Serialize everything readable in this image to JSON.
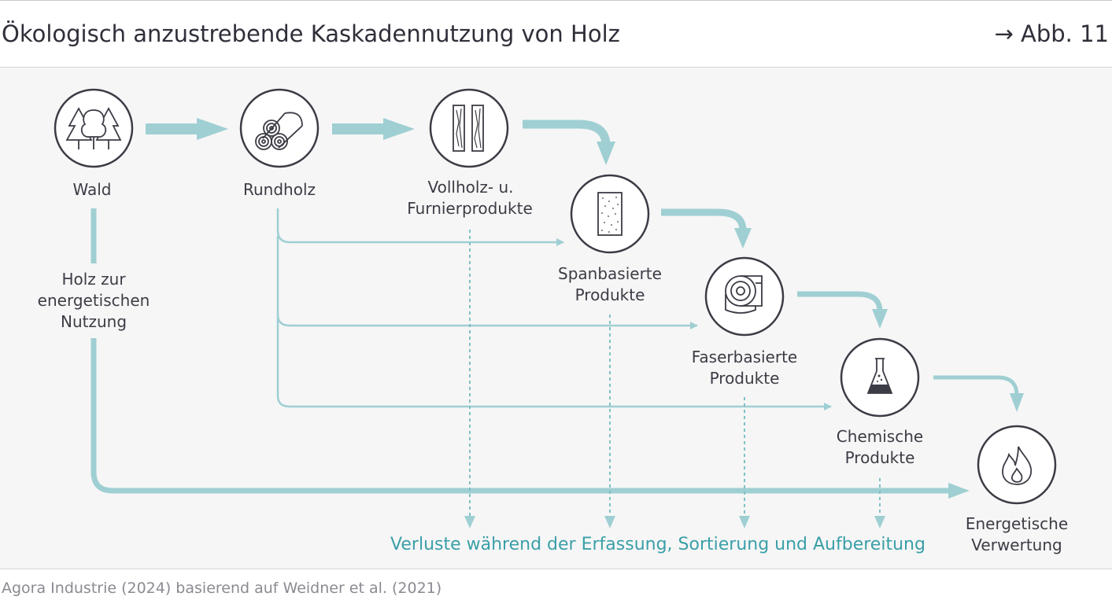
{
  "header": {
    "title": "Ökologisch anzustrebende Kaskadennutzung von Holz",
    "figure_ref": "→ Abb. 11"
  },
  "nodes": {
    "wald": {
      "label": "Wald",
      "icon": "forest-icon"
    },
    "rundholz": {
      "label": "Rundholz",
      "icon": "logs-icon"
    },
    "vollholz": {
      "label_line1": "Vollholz- u.",
      "label_line2": "Furnierprodukte",
      "icon": "wood-planks-icon"
    },
    "spanbasiert": {
      "label_line1": "Spanbasierte",
      "label_line2": "Produkte",
      "icon": "particle-board-icon"
    },
    "faserbasiert": {
      "label_line1": "Faserbasierte",
      "label_line2": "Produkte",
      "icon": "paper-roll-icon"
    },
    "chemisch": {
      "label_line1": "Chemische",
      "label_line2": "Produkte",
      "icon": "flask-icon"
    },
    "energetisch": {
      "label_line1": "Energetische",
      "label_line2": "Verwertung",
      "icon": "flame-icon"
    }
  },
  "energy_path": {
    "line1": "Holz zur",
    "line2": "energetischen",
    "line3": "Nutzung"
  },
  "losses_label": "Verluste während der Erfassung, Sortierung und Aufbereitung",
  "source": "Agora Industrie (2024) basierend auf Weidner et al. (2021)",
  "colors": {
    "arrow": "#9fcfd3",
    "loss_text": "#3a9fa8",
    "icon_stroke": "#3c3c46",
    "panel_bg": "#f6f6f6"
  }
}
